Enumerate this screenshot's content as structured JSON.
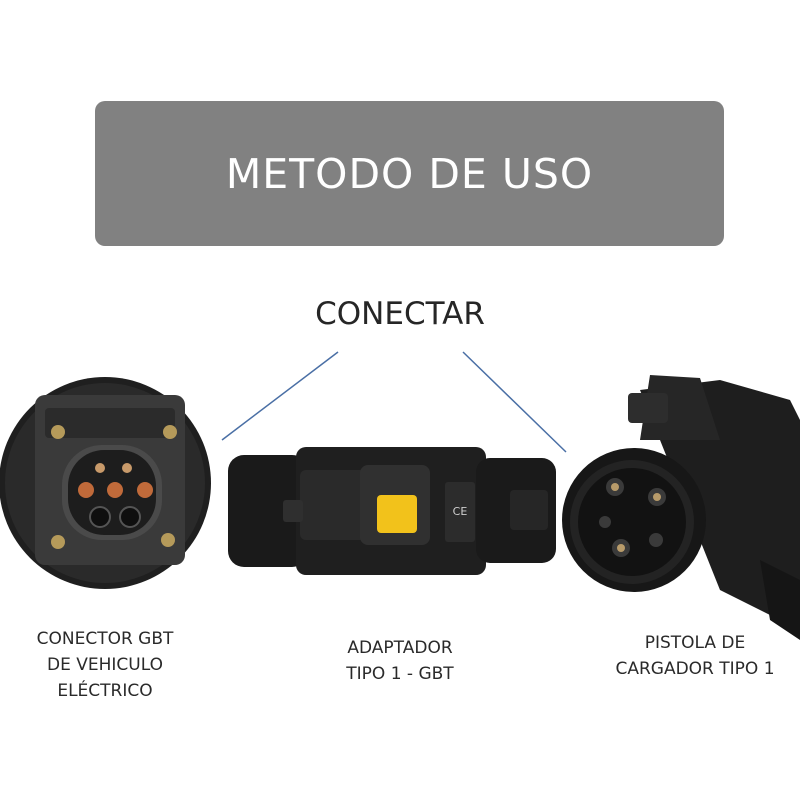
{
  "banner": {
    "title": "METODO DE USO"
  },
  "connect": {
    "label": "CONECTAR"
  },
  "captions": {
    "left": [
      "CONECTOR GBT",
      "DE VEHICULO",
      "ELÉCTRICO"
    ],
    "middle": [
      "ADAPTADOR",
      "TIPO 1 - GBT"
    ],
    "right": [
      "PISTOLA DE",
      "CARGADOR TIPO 1"
    ]
  },
  "adapter": {
    "ce_mark": "CE"
  },
  "colors": {
    "banner_bg": "#818181",
    "banner_text": "#ffffff",
    "line": "#4a6fa5",
    "adapter_body": "#1c1c1c",
    "latch_yellow": "#f2c21b"
  }
}
